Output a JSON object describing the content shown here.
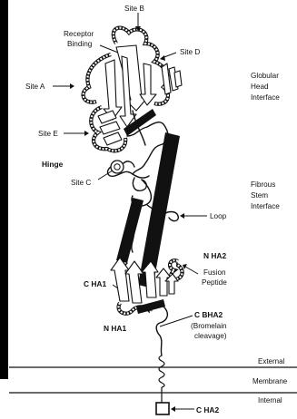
{
  "labels": {
    "site_b": "Site B",
    "receptor_binding_1": "Receptor",
    "receptor_binding_2": "Binding",
    "site_d": "Site D",
    "site_a": "Site A",
    "site_e": "Site E",
    "hinge": "Hinge",
    "site_c": "Site C",
    "loop": "Loop",
    "n_ha2": "N HA2",
    "fusion_peptide_1": "Fusion",
    "fusion_peptide_2": "Peptide",
    "c_ha1": "C HA1",
    "n_ha1": "N HA1",
    "c_bha2": "C BHA2",
    "bromelain_1": "(Bromelain",
    "bromelain_2": "cleavage)",
    "c_ha2": "C HA2"
  },
  "side_labels": {
    "globular_1": "Globular",
    "globular_2": "Head",
    "globular_3": "Interface",
    "fibrous_1": "Fibrous",
    "fibrous_2": "Stem",
    "fibrous_3": "Interface"
  },
  "membrane": {
    "external": "External",
    "membrane": "Membrane",
    "internal": "Internal"
  }
}
